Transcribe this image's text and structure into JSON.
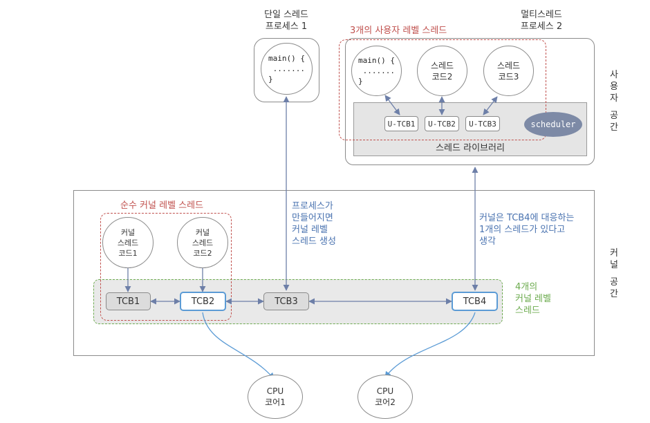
{
  "process1": {
    "title_line1": "단일 스레드",
    "title_line2": "프로세스 1",
    "code": "main() {\n .......\n}"
  },
  "process2": {
    "title_line1": "멀티스레드",
    "title_line2": "프로세스 2"
  },
  "user_level_label": "3개의 사용자 레벨 스레드",
  "user_threads": {
    "main_code": "main() {\n .......\n}",
    "code2_line1": "스레드",
    "code2_line2": "코드2",
    "code3_line1": "스레드",
    "code3_line2": "코드3"
  },
  "utcbs": [
    "U-TCB1",
    "U-TCB2",
    "U-TCB3"
  ],
  "scheduler": "scheduler",
  "thread_library": "스레드 라이브러리",
  "user_space": [
    "사",
    "용",
    "자",
    "",
    "공",
    "간"
  ],
  "kernel_space": [
    "커",
    "널",
    "",
    "공",
    "간"
  ],
  "pure_kernel_label": "순수 커널 레벨 스레드",
  "kernel_threads": [
    {
      "l1": "커널",
      "l2": "스레드",
      "l3": "코드1"
    },
    {
      "l1": "커널",
      "l2": "스레드",
      "l3": "코드2"
    }
  ],
  "tcbs": [
    "TCB1",
    "TCB2",
    "TCB3",
    "TCB4"
  ],
  "note_process": [
    "프로세스가",
    "만들어지면",
    "커널 레벨",
    "스레드 생성"
  ],
  "note_kernel": [
    "커널은 TCB4에 대응하는",
    "1개의 스레드가 있다고",
    "생각"
  ],
  "kernel_level_label": [
    "4개의",
    "커널 레벨",
    "스레드"
  ],
  "cpus": [
    {
      "l1": "CPU",
      "l2": "코어1"
    },
    {
      "l1": "CPU",
      "l2": "코어2"
    }
  ],
  "colors": {
    "red": "#c0504d",
    "blue": "#5b9bd5",
    "green": "#6cab4e",
    "arrow": "#6d7fa8"
  }
}
